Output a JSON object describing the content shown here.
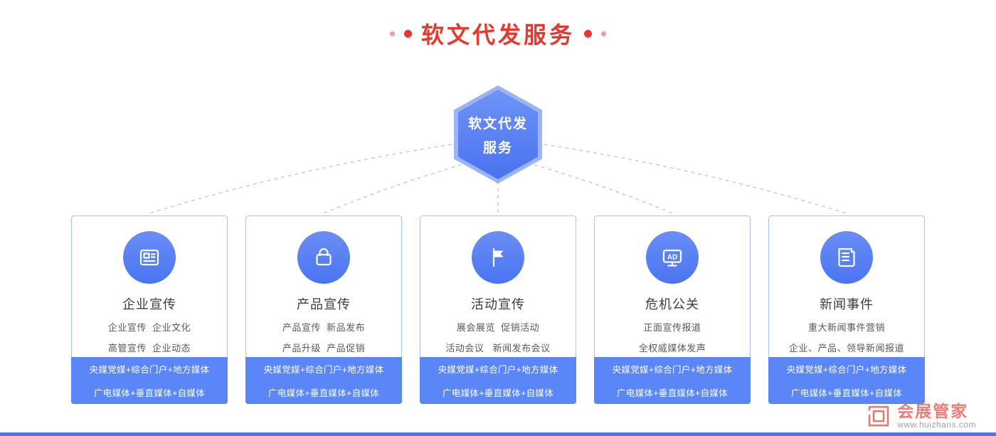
{
  "header": {
    "title": "软文代发服务"
  },
  "hexagon": {
    "line1": "软文代发",
    "line2": "服务"
  },
  "colors": {
    "accent_red": "#e8382d",
    "node_blue": "#4a72ef",
    "footer_blue": "#5b86f7",
    "card_border": "#a9c2f2"
  },
  "cards": [
    {
      "icon": "newspaper-icon",
      "title": "企业宣传",
      "lines": [
        "企业宣传  企业文化",
        "高管宣传  企业动态"
      ],
      "footer": [
        "央媒党媒+综合门户+地方媒体",
        "广电媒体+垂直媒体+自媒体"
      ]
    },
    {
      "icon": "shopping-bag-icon",
      "title": "产品宣传",
      "lines": [
        "产品宣传  新品发布",
        "产品升级  产品促销"
      ],
      "footer": [
        "央媒党媒+综合门户+地方媒体",
        "广电媒体+垂直媒体+自媒体"
      ]
    },
    {
      "icon": "flag-icon",
      "title": "活动宣传",
      "lines": [
        "展会展览  促销活动",
        "活动会议   新闻发布会议"
      ],
      "footer": [
        "央媒党媒+综合门户+地方媒体",
        "广电媒体+垂直媒体+自媒体"
      ]
    },
    {
      "icon": "ad-screen-icon",
      "title": "危机公关",
      "icon_label": "AD",
      "lines": [
        "正面宣传报道",
        "全权威媒体发声"
      ],
      "footer": [
        "央媒党媒+综合门户+地方媒体",
        "广电媒体+垂直媒体+自媒体"
      ]
    },
    {
      "icon": "news-document-icon",
      "title": "新闻事件",
      "lines": [
        "重大新闻事件营销",
        "企业、产品、领导新闻报道"
      ],
      "footer": [
        "央媒党媒+综合门户+地方媒体",
        "广电媒体+垂直媒体+自媒体"
      ]
    }
  ],
  "watermark": {
    "brand": "会展管家",
    "url": "www.huizhans.com"
  }
}
